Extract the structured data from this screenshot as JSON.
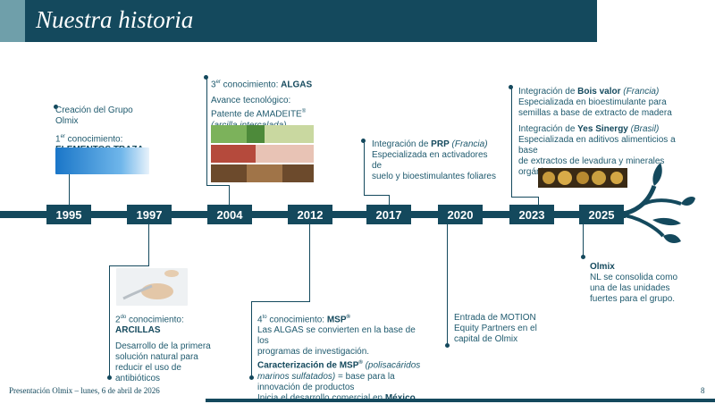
{
  "header": {
    "title": "Nuestra historia"
  },
  "years": [
    "1995",
    "1997",
    "2004",
    "2012",
    "2017",
    "2020",
    "2023",
    "2025"
  ],
  "events": {
    "e1995": {
      "line1": "Creación del Grupo",
      "line2": "Olmix",
      "knowledge_num": "1",
      "knowledge_sup": "er",
      "knowledge_label": " conocimiento:",
      "knowledge_name": "ELEMENTOS TRAZA"
    },
    "e1997": {
      "knowledge_num": "2",
      "knowledge_sup": "do",
      "knowledge_label": " conocimiento:",
      "knowledge_name": "ARCILLAS",
      "line1": "Desarrollo de la primera",
      "line2": "solución natural para",
      "line3": "reducir el uso de",
      "line4": "antibióticos"
    },
    "e2004": {
      "knowledge_num": "3",
      "knowledge_sup": "er",
      "knowledge_label": " conocimiento: ",
      "knowledge_name": "ALGAS",
      "line1": "Avance tecnológico:",
      "line2": "Patente de AMADEITE",
      "line2_sup": "®",
      "line3": "(arcilla intercalada)"
    },
    "e2012": {
      "knowledge_num": "4",
      "knowledge_sup": "to",
      "knowledge_label": " conocimiento: ",
      "knowledge_name": "MSP",
      "knowledge_sup2": "®",
      "line1": "Las ALGAS se convierten en la base de los",
      "line2": "programas de investigación.",
      "line3_bold": "Caracterización de MSP",
      "line3_sup": "®",
      "line3_it": " (polisacáridos",
      "line4_it": "marinos sulfatados)",
      "line4": "  = base para la",
      "line5": "innovación de productos",
      "line6": "Inicia el desarrollo comercial en ",
      "line6_bold": "México"
    },
    "e2017": {
      "line1_pre": "Integración de ",
      "line1_bold": "PRP",
      "line1_it": " (Francia)",
      "line2": "Especializada en activadores de",
      "line3": "suelo y bioestimulantes foliares"
    },
    "e2020": {
      "line1": "Entrada de MOTION",
      "line2": "Equity Partners en el",
      "line3": "capital de Olmix"
    },
    "e2023": {
      "a_pre": "Integración de ",
      "a_bold": "Bois valor",
      "a_it": " (Francia)",
      "a_line2": "Especializada en bioestimulante para",
      "a_line3": "semillas a base de extracto de madera",
      "b_pre": "Integración de ",
      "b_bold": "Yes Sinergy",
      "b_it": " (Brasil)",
      "b_line2": "Especializada en aditivos alimenticios a base",
      "b_line3": "de extractos de levadura  y minerales",
      "b_line4": "orgánicos"
    },
    "e2025": {
      "title": "Olmix",
      "line1": "NL se consolida  como",
      "line2": "una de las unidades",
      "line3": "fuertes para el grupo."
    }
  },
  "footer": {
    "text": "Presentación Olmix – lunes, 6 de abril de 2026",
    "page": "8"
  },
  "colors": {
    "primary": "#14495d",
    "accent": "#6f9faa",
    "text": "#1f5a6e"
  }
}
